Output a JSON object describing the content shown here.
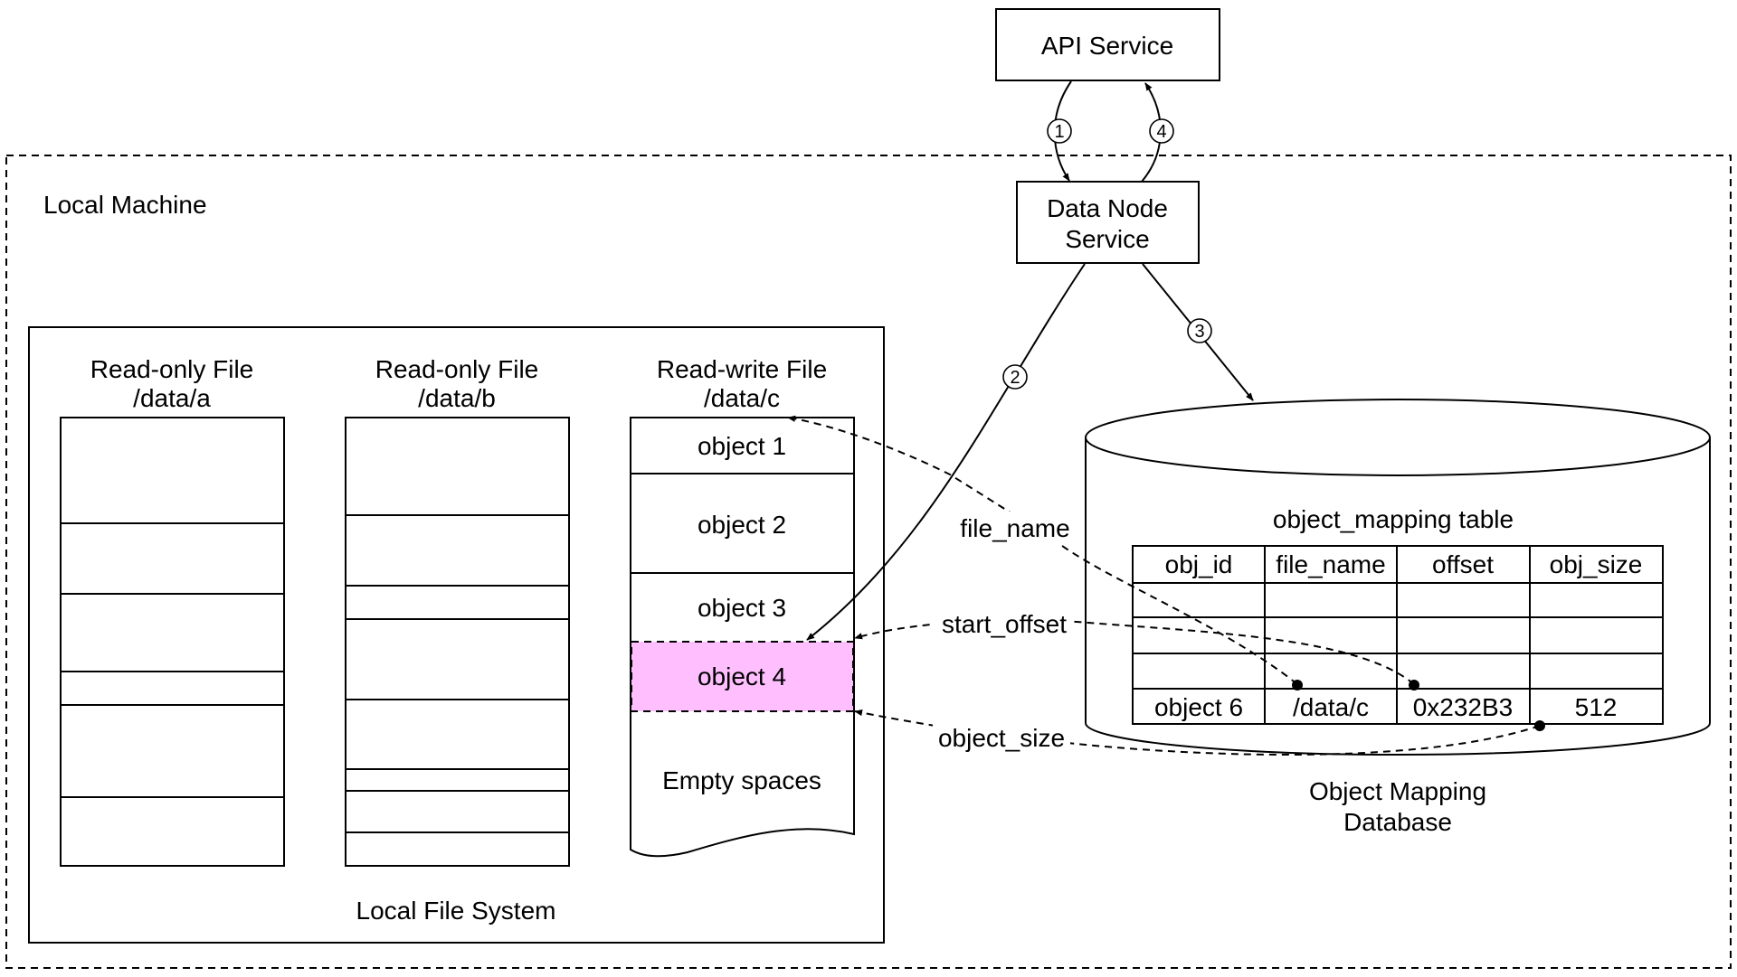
{
  "api_service": {
    "label": "API Service"
  },
  "local_machine": {
    "label": "Local Machine"
  },
  "data_node": {
    "line1": "Data Node",
    "line2": "Service"
  },
  "steps": [
    "1",
    "2",
    "3",
    "4"
  ],
  "local_fs": {
    "label": "Local File System",
    "file_a": {
      "line1": "Read-only File",
      "line2": "/data/a"
    },
    "file_b": {
      "line1": "Read-only File",
      "line2": "/data/b"
    },
    "file_c": {
      "line1": "Read-write File",
      "line2": "/data/c",
      "objects": [
        "object 1",
        "object 2",
        "object 3",
        "object 4"
      ],
      "empty": "Empty spaces",
      "highlight_color": "#FFBFFF"
    }
  },
  "links": {
    "file_name": "file_name",
    "start_offset": "start_offset",
    "object_size": "object_size"
  },
  "database": {
    "line1": "Object Mapping",
    "line2": "Database",
    "table_title": "object_mapping table",
    "columns": [
      "obj_id",
      "file_name",
      "offset",
      "obj_size"
    ],
    "row": [
      "object 6",
      "/data/c",
      "0x232B3",
      "512"
    ]
  }
}
